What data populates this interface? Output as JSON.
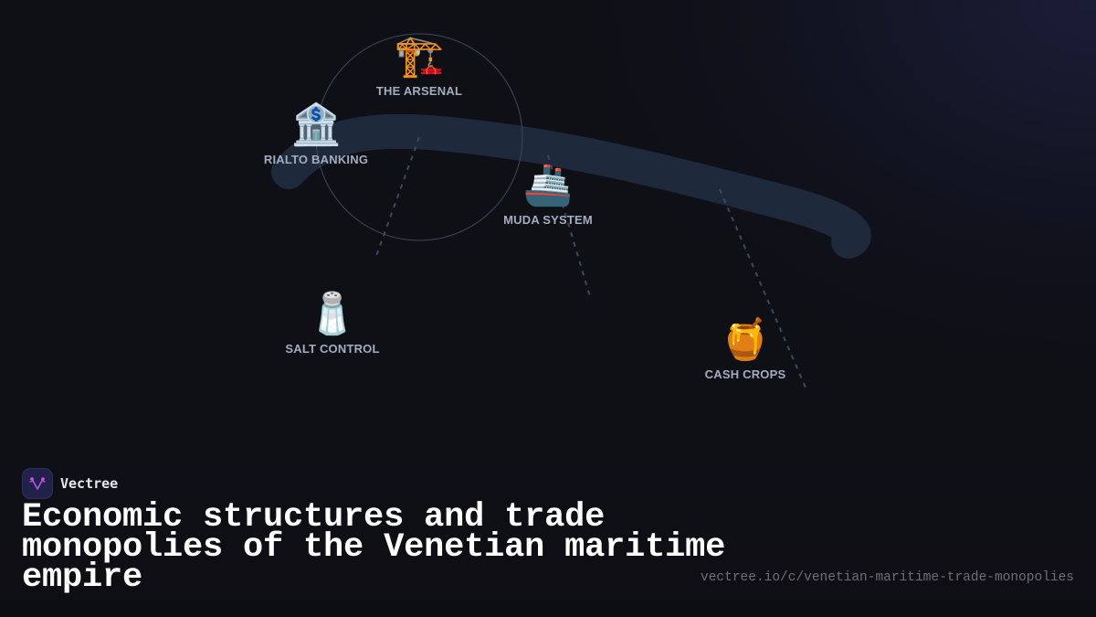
{
  "diagram": {
    "nodes": [
      {
        "id": "arsenal",
        "label": "THE ARSENAL",
        "icon": "construction-crane-icon",
        "glyph": "🏗️"
      },
      {
        "id": "rialto",
        "label": "RIALTO BANKING",
        "icon": "bank-icon",
        "glyph": "🏦"
      },
      {
        "id": "muda",
        "label": "MUDA SYSTEM",
        "icon": "ship-icon",
        "glyph": "🚢"
      },
      {
        "id": "salt",
        "label": "SALT CONTROL",
        "icon": "salt-shaker-icon",
        "glyph": "🧂"
      },
      {
        "id": "crops",
        "label": "CASH CROPS",
        "icon": "honey-pot-icon",
        "glyph": "🍯"
      }
    ],
    "colors": {
      "background": "#0f0f16",
      "route_stroke": "#1e2a3c",
      "dashed_line": "#3a4a60",
      "circle_stroke": "#3b4a60",
      "label": "#a3adc0"
    }
  },
  "brand": {
    "name": "Vectree",
    "logo_icon": "vectree-logo-icon",
    "logo_color": "#b04fd8"
  },
  "title": "Economic structures and trade monopolies of the Venetian maritime empire",
  "url": "vectree.io/c/venetian-maritime-trade-monopolies"
}
